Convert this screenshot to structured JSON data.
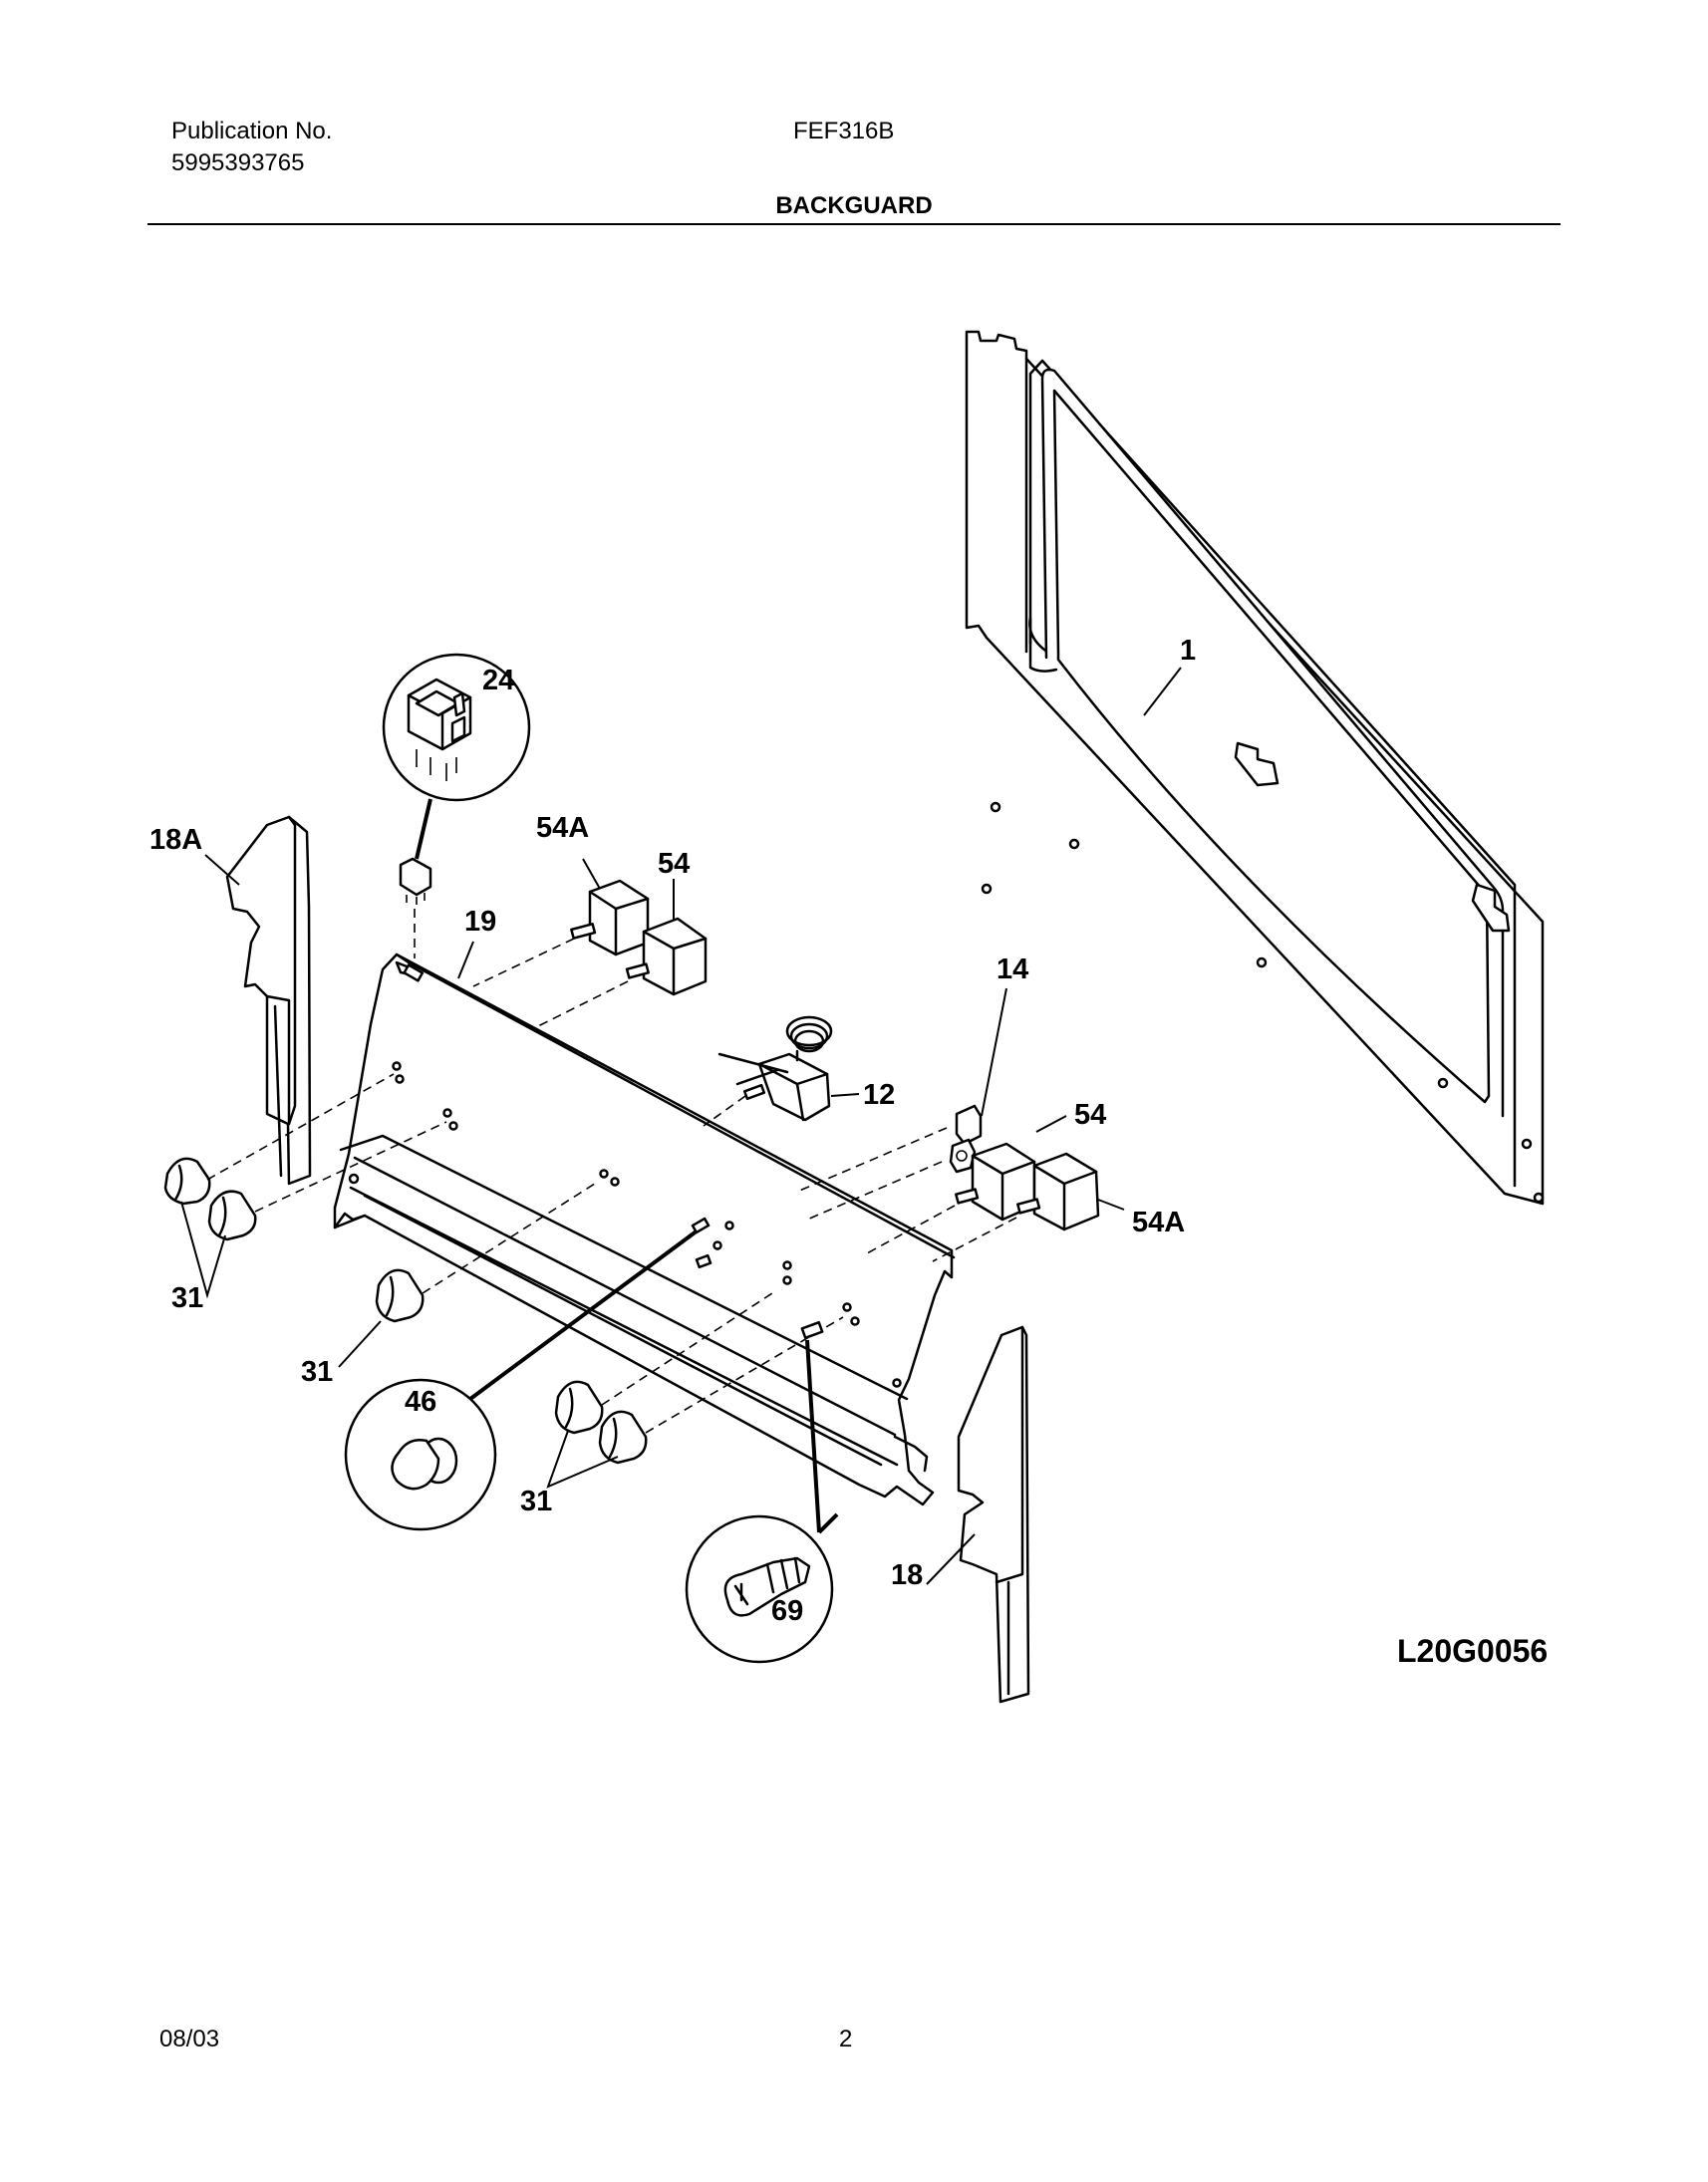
{
  "header": {
    "publication_label": "Publication No.",
    "publication_number": "5995393765",
    "model": "FEF316B",
    "section_title": "BACKGUARD"
  },
  "diagram": {
    "drawing_id": "L20G0056",
    "callouts": {
      "p1": "1",
      "p24": "24",
      "p18a": "18A",
      "p54a_top": "54A",
      "p54_top": "54",
      "p19": "19",
      "p14": "14",
      "p12": "12",
      "p54_right": "54",
      "p54a_right": "54A",
      "p31_left": "31",
      "p31_center": "31",
      "p46": "46",
      "p31_bottom": "31",
      "p69": "69",
      "p18": "18"
    }
  },
  "footer": {
    "date": "08/03",
    "page": "2"
  }
}
